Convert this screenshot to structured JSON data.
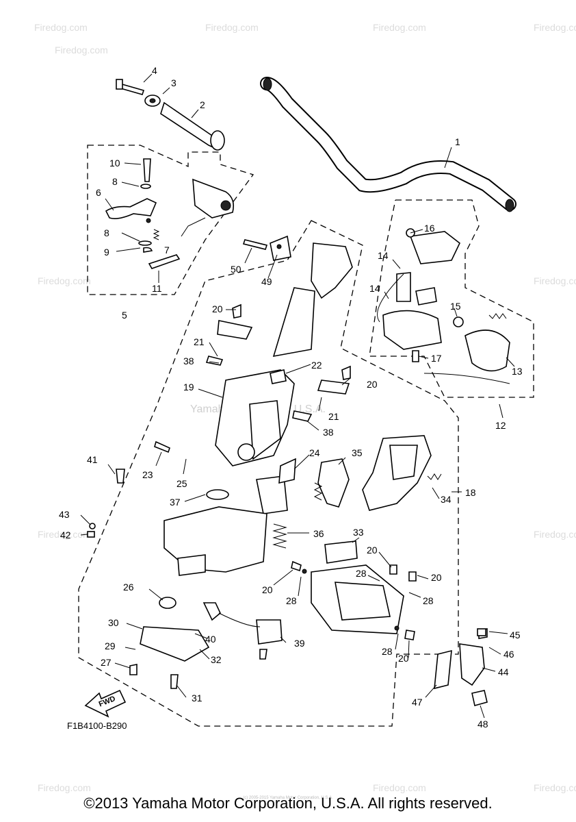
{
  "callouts": [
    "1",
    "2",
    "3",
    "4",
    "5",
    "6",
    "7",
    "8",
    "8",
    "9",
    "10",
    "11",
    "12",
    "13",
    "14",
    "14",
    "15",
    "16",
    "17",
    "18",
    "19",
    "20",
    "20",
    "20",
    "20",
    "20",
    "20",
    "21",
    "21",
    "22",
    "23",
    "24",
    "25",
    "26",
    "27",
    "28",
    "28",
    "28",
    "28",
    "29",
    "30",
    "31",
    "32",
    "33",
    "34",
    "35",
    "36",
    "37",
    "38",
    "38",
    "39",
    "40",
    "41",
    "42",
    "43",
    "44",
    "45",
    "46",
    "47",
    "48",
    "49",
    "50"
  ],
  "watermark": {
    "corner_text": "Firedog.com",
    "center_text": "Yamaha Motor Corp. U.S.A.",
    "small_notice": "(c) 2005-2015 Yamaha Motor Corporation, U.S.A."
  },
  "diagram_code": "F1B4100-B290",
  "fwd_label": "FWD",
  "copyright": "©2013 Yamaha Motor Corporation, U.S.A. All rights reserved."
}
